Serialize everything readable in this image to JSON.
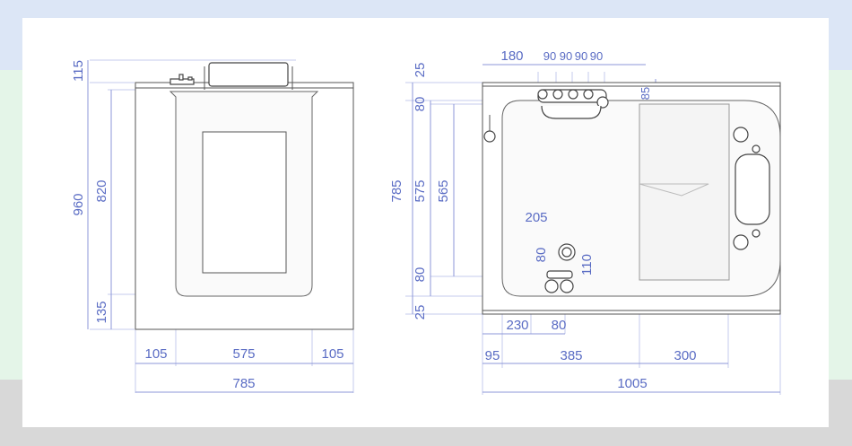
{
  "front_view": {
    "height_dims": [
      "115",
      "820",
      "960",
      "135"
    ],
    "width_dims": [
      "105",
      "575",
      "105",
      "785"
    ]
  },
  "top_view": {
    "left_dims": [
      "25",
      "80",
      "785",
      "575",
      "565",
      "80",
      "25"
    ],
    "top_dims": [
      "180",
      "90",
      "90",
      "90",
      "90",
      "85"
    ],
    "inner_dims": [
      "205",
      "80",
      "110"
    ],
    "bottom_dims": [
      "230",
      "80",
      "95",
      "385",
      "300",
      "1005"
    ]
  },
  "colors": {
    "dimension": "#5a6cc4",
    "band_top": "#dce6f6",
    "band_mid": "#e4f5e8",
    "band_bottom": "#d8d8d8"
  }
}
